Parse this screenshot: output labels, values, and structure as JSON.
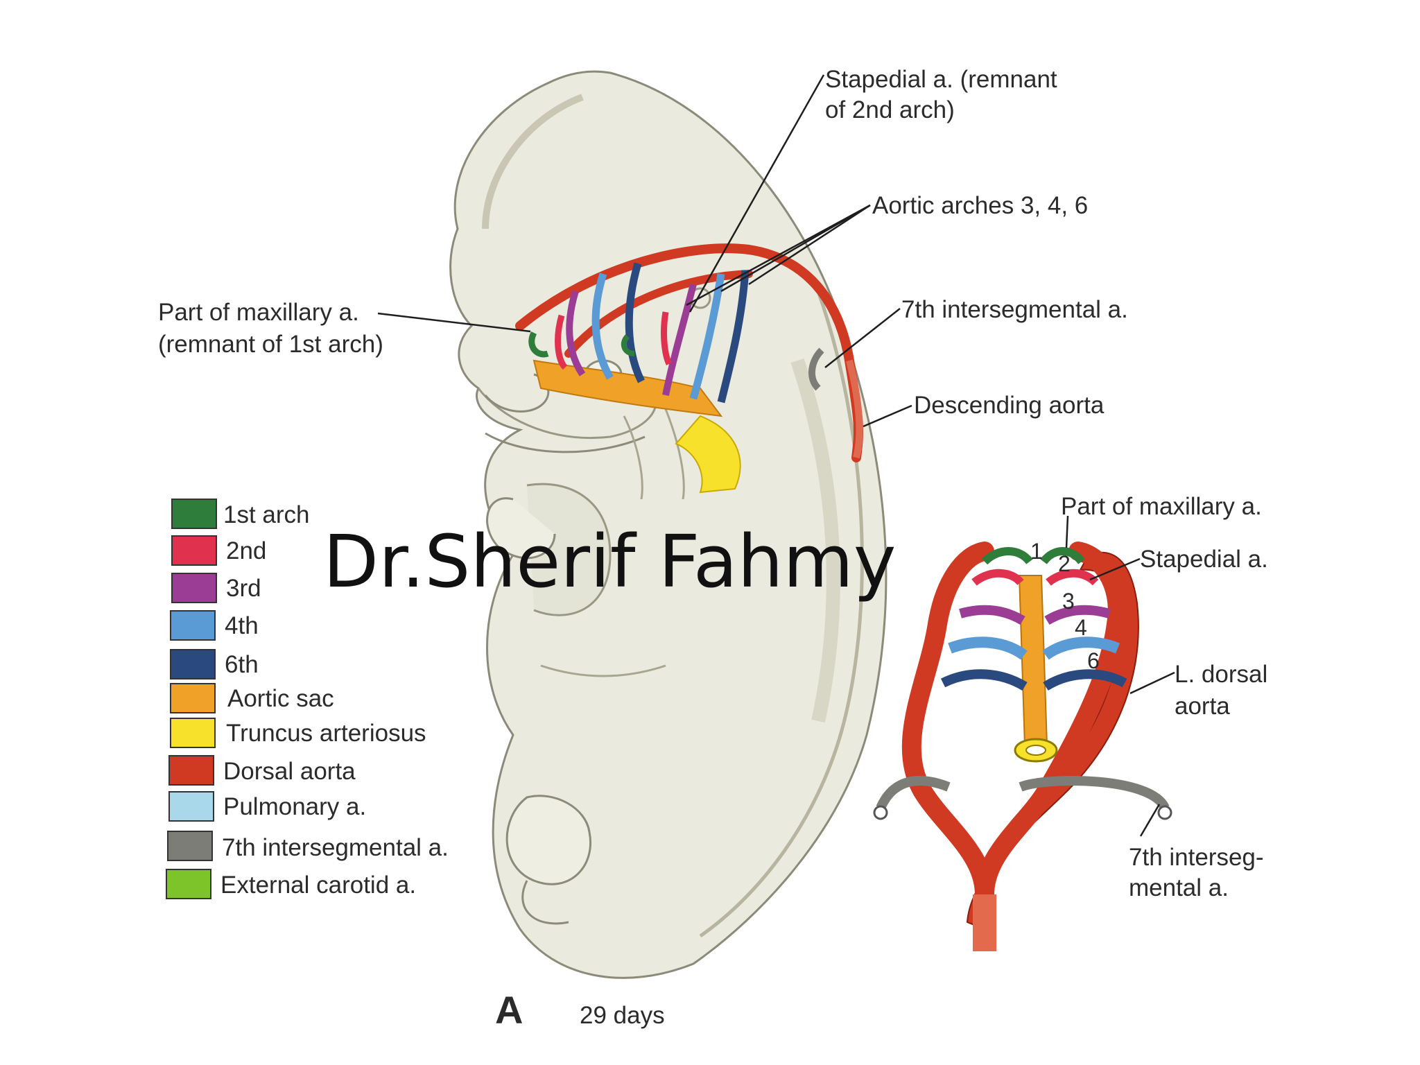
{
  "labels": {
    "stapedial_line1": "Stapedial a. (remnant",
    "stapedial_line2": "of 2nd arch)",
    "aortic_arches": "Aortic arches 3, 4, 6",
    "intersegmental": "7th intersegmental a.",
    "descending_aorta": "Descending aorta",
    "maxillary_line1": "Part of maxillary a.",
    "maxillary_line2": "(remnant of 1st arch)",
    "panel_letter": "A",
    "age": "29 days"
  },
  "watermark": "Dr.Sherif Fahmy",
  "legend": [
    {
      "label": "1st arch",
      "color": "#2e7d3a"
    },
    {
      "label": "2nd",
      "color": "#e0324f"
    },
    {
      "label": "3rd",
      "color": "#9b3c95"
    },
    {
      "label": "4th",
      "color": "#5b9bd5"
    },
    {
      "label": "6th",
      "color": "#2a4a7f"
    },
    {
      "label": "Aortic sac",
      "color": "#f0a128"
    },
    {
      "label": "Truncus arteriosus",
      "color": "#f7e12a"
    },
    {
      "label": "Dorsal aorta",
      "color": "#d03a22"
    },
    {
      "label": "Pulmonary a.",
      "color": "#a9d8ea"
    },
    {
      "label": "7th intersegmental a.",
      "color": "#7d7d78"
    },
    {
      "label": "External carotid a.",
      "color": "#7cc42a"
    }
  ],
  "schematic": {
    "maxillary": "Part of maxillary a.",
    "stapedial": "Stapedial a.",
    "dorsal_line1": "L. dorsal",
    "dorsal_line2": "aorta",
    "interseg_line1": "7th interseg-",
    "interseg_line2": "mental a.",
    "arch_numbers": [
      "1",
      "2",
      "3",
      "4",
      "6"
    ]
  }
}
